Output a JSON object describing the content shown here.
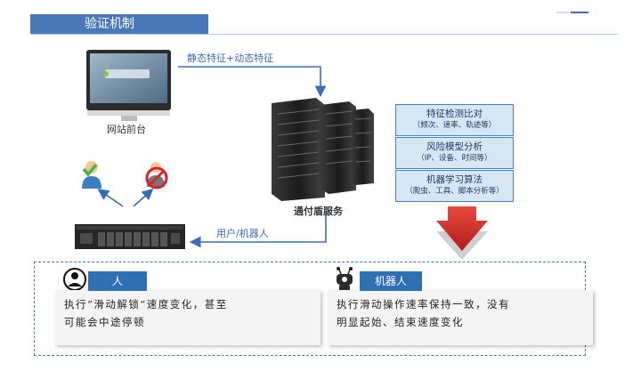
{
  "header": {
    "title": "验证机制"
  },
  "monitor": {
    "label": "网站前台"
  },
  "arrows": {
    "top_label": "静态特征+动态特征",
    "bottom_label": "用户/机器人"
  },
  "server": {
    "label": "通付盾服务"
  },
  "analysis_boxes": [
    {
      "title": "特征检测比对",
      "subtitle": "（频次、速率、轨迹等）"
    },
    {
      "title": "风险模型分析",
      "subtitle": "（IP、设备、时间等）"
    },
    {
      "title": "机器学习算法",
      "subtitle": "（爬虫、工具、脚本分析等）"
    }
  ],
  "human_panel": {
    "tab_label": "人",
    "text_line1": "执行“滑动解锁”速度变化，甚至",
    "text_line2": "可能会中途停顿"
  },
  "robot_panel": {
    "tab_label": "机器人",
    "text_line1": "执行滑动操作速率保持一致，没有",
    "text_line2": "明显起始、结束速度变化"
  },
  "colors": {
    "accent": "#4a78b8",
    "box_border": "#3f83c6",
    "box_fill": "#d5e6f5",
    "down_arrow": "#d22b2b"
  }
}
